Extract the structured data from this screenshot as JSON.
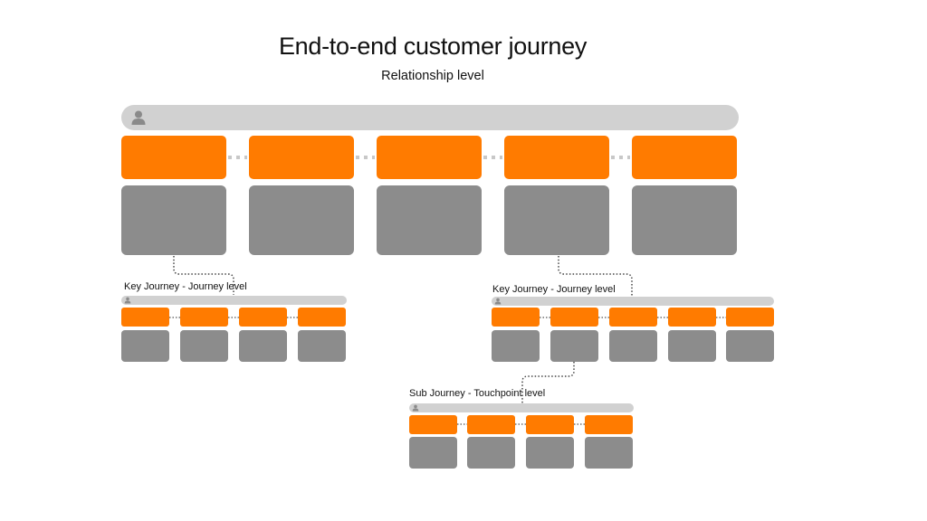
{
  "header": {
    "title": "End-to-end customer journey",
    "subtitle": "Relationship level"
  },
  "sections": {
    "key_journey_left": {
      "label": "Key Journey - Journey level"
    },
    "key_journey_right": {
      "label": "Key Journey - Journey level"
    },
    "sub_journey": {
      "label": "Sub Journey - Touchpoint level"
    }
  },
  "colors": {
    "stage": "#ff7b00",
    "detail": "#8c8c8c",
    "bar": "#d1d1d1",
    "icon": "#8a8a8a",
    "connector": "#555555"
  },
  "icons": {
    "person": "person-icon"
  }
}
